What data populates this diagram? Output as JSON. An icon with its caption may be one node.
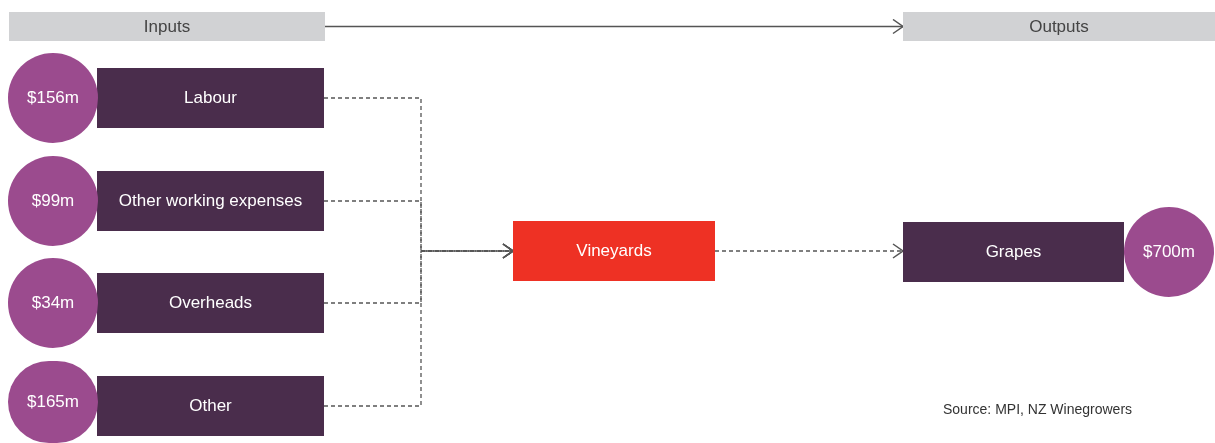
{
  "diagram": {
    "nodes": [
      {
        "text": [
          "Inputs"
        ]
      },
      {
        "text": [
          "Outputs"
        ]
      },
      {
        "text": [
          "$156m"
        ]
      },
      {
        "text": [
          "Labour"
        ]
      },
      {
        "text": [
          "$99m"
        ]
      },
      {
        "text": [
          "Other working expenses"
        ]
      },
      {
        "text": [
          "$34m"
        ]
      },
      {
        "text": [
          "Overheads"
        ]
      },
      {
        "text": [
          "$165m"
        ]
      },
      {
        "text": [
          "Other"
        ]
      },
      {
        "text": [
          "Vineyards"
        ]
      },
      {
        "text": [
          "Grapes"
        ]
      },
      {
        "text": [
          "$700m"
        ]
      }
    ],
    "edges": [
      {
        "from": 0,
        "to": 1,
        "arrow": "to"
      },
      {
        "from": 3,
        "to": 10,
        "arrow": "to",
        "style": "dashed"
      },
      {
        "from": 5,
        "to": 10,
        "arrow": "to",
        "style": "dashed"
      },
      {
        "from": 7,
        "to": 10,
        "arrow": "to",
        "style": "dashed"
      },
      {
        "from": 9,
        "to": 10,
        "arrow": "to",
        "style": "dashed"
      },
      {
        "from": 10,
        "to": 11,
        "arrow": "to",
        "style": "dashed"
      }
    ],
    "labels": [
      "Source: MPI, NZ Winegrowers"
    ]
  }
}
